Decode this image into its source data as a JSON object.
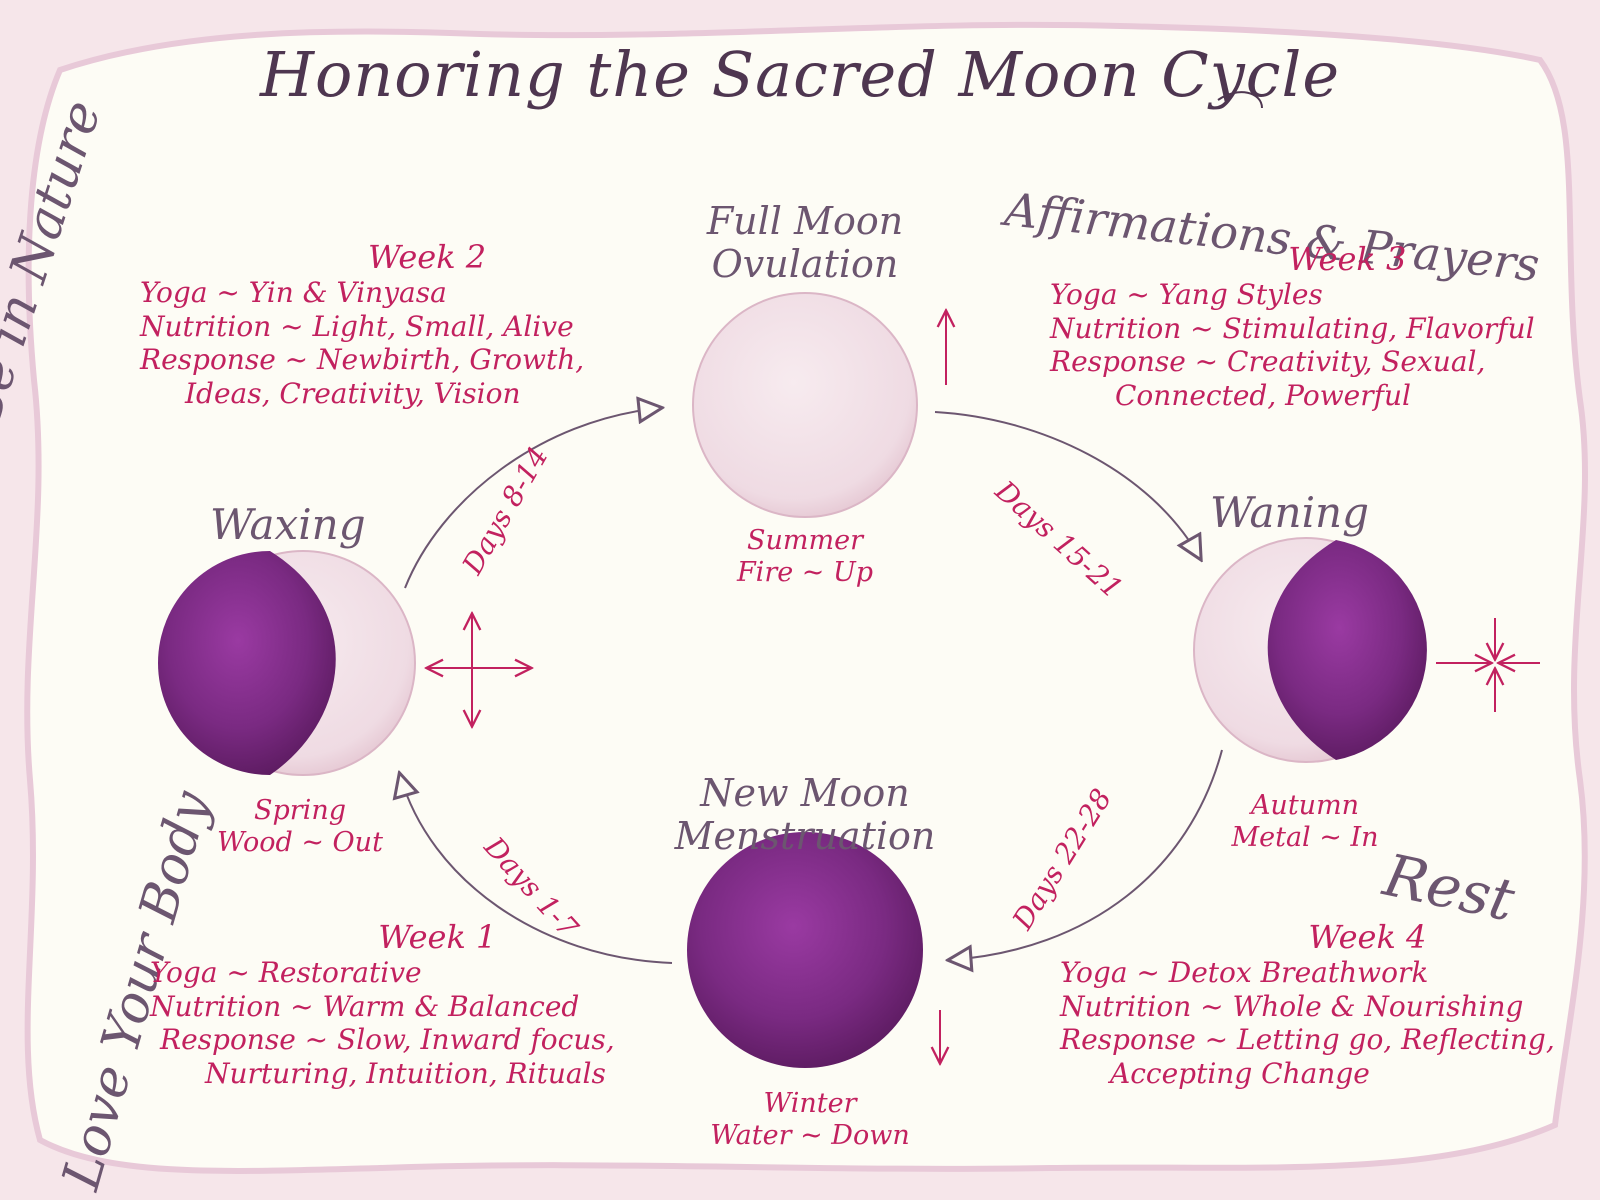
{
  "title": "Honoring the Sacred Moon Cycle",
  "colors": {
    "paper": "#fdfcf5",
    "background": "#f6e6ea",
    "ink_plum": "#6c5670",
    "ink_pink": "#c2215f",
    "moon_dark": "#7a2a82",
    "moon_light": "#f3e1e8"
  },
  "side_notes": {
    "top_left": "Be in Nature",
    "bottom_left": "Love Your Body",
    "top_right": "Affirmations & Prayers",
    "bottom_right": "Rest"
  },
  "moons": {
    "full": {
      "line1": "Full Moon",
      "line2": "Ovulation",
      "season_line1": "Summer",
      "season_line2": "Fire ~ Up"
    },
    "waxing": {
      "label": "Waxing",
      "season_line1": "Spring",
      "season_line2": "Wood ~ Out"
    },
    "waning": {
      "label": "Waning",
      "season_line1": "Autumn",
      "season_line2": "Metal ~ In"
    },
    "new": {
      "line1": "New Moon",
      "line2": "Menstruation",
      "season_line1": "Winter",
      "season_line2": "Water ~ Down"
    }
  },
  "days": {
    "d1_7": "Days 1-7",
    "d8_14": "Days 8-14",
    "d15_21": "Days 15-21",
    "d22_28": "Days 22-28"
  },
  "weeks": {
    "week1": {
      "title": "Week 1",
      "lines": [
        "Yoga ~ Restorative",
        "Nutrition ~ Warm & Balanced",
        "Response ~ Slow, Inward focus,",
        "Nurturing, Intuition, Rituals"
      ]
    },
    "week2": {
      "title": "Week 2",
      "lines": [
        "Yoga ~ Yin & Vinyasa",
        "Nutrition ~ Light, Small, Alive",
        "Response ~ Newbirth, Growth,",
        "Ideas, Creativity, Vision"
      ]
    },
    "week3": {
      "title": "Week 3",
      "lines": [
        "Yoga ~ Yang Styles",
        "Nutrition ~ Stimulating, Flavorful",
        "Response ~ Creativity, Sexual,",
        "Connected, Powerful"
      ]
    },
    "week4": {
      "title": "Week 4",
      "lines": [
        "Yoga ~ Detox Breathwork",
        "Nutrition ~ Whole & Nourishing",
        "Response ~ Letting go, Reflecting,",
        "Accepting Change"
      ]
    }
  }
}
